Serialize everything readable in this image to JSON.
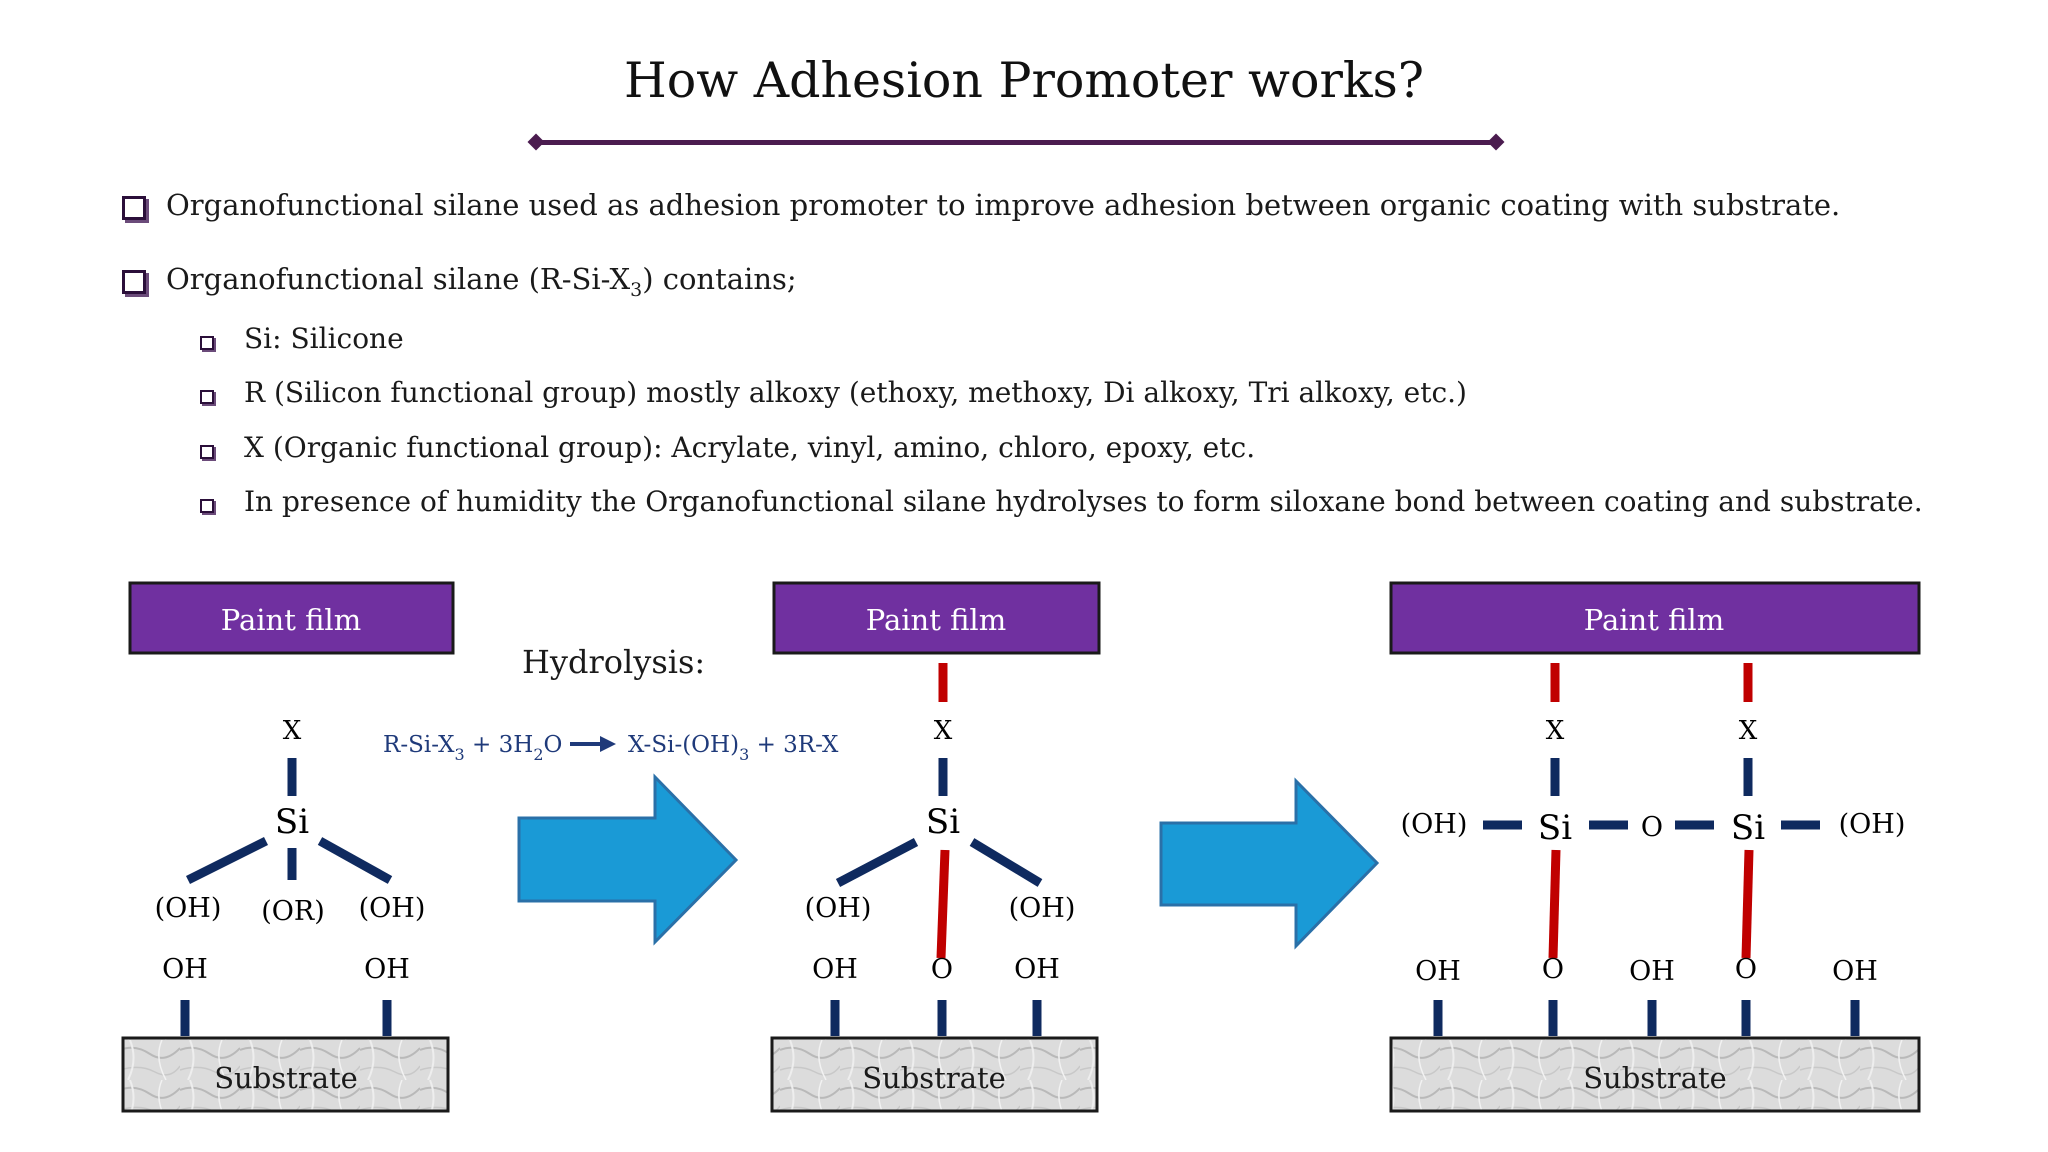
{
  "title": "How Adhesion Promoter works?",
  "bullets": [
    {
      "text": "Organofunctional silane used as adhesion promoter to improve adhesion between organic coating with substrate."
    },
    {
      "prefix": "Organofunctional silane (R-Si-X",
      "sub": "3",
      "suffix": ") contains;"
    }
  ],
  "sub_bullets": [
    "Si: Silicone",
    "R (Silicon functional group) mostly alkoxy (ethoxy, methoxy, Di alkoxy, Tri alkoxy, etc.)",
    "X (Organic functional group): Acrylate, vinyl, amino, chloro, epoxy, etc.",
    "In presence of humidity the Organofunctional silane hydrolyses to form siloxane bond between coating and substrate."
  ],
  "diagram": {
    "paint_film_label": "Paint film",
    "substrate_label": "Substrate",
    "hydrolysis_label": "Hydrolysis:",
    "equation": {
      "left_prefix": "R-Si-X",
      "left_sub": "3",
      "plus1": " + 3H",
      "h2o_sub": "2",
      "o_after": "O",
      "right_prefix": "X-Si-(OH)",
      "right_sub": "3",
      "right_suffix": " + 3R-X"
    },
    "labels": {
      "x": "X",
      "si": "Si",
      "oh_paren": "(OH)",
      "or_paren": "(OR)",
      "oh": "OH",
      "o": "O"
    },
    "colors": {
      "paint_fill": "#7030a0",
      "bond_navy": "#0f2a5f",
      "bond_red": "#c00000",
      "arrow_blue": "#1a9ad6",
      "equation_text": "#1f3a7a",
      "title_rule": "#4b1c4f"
    }
  }
}
